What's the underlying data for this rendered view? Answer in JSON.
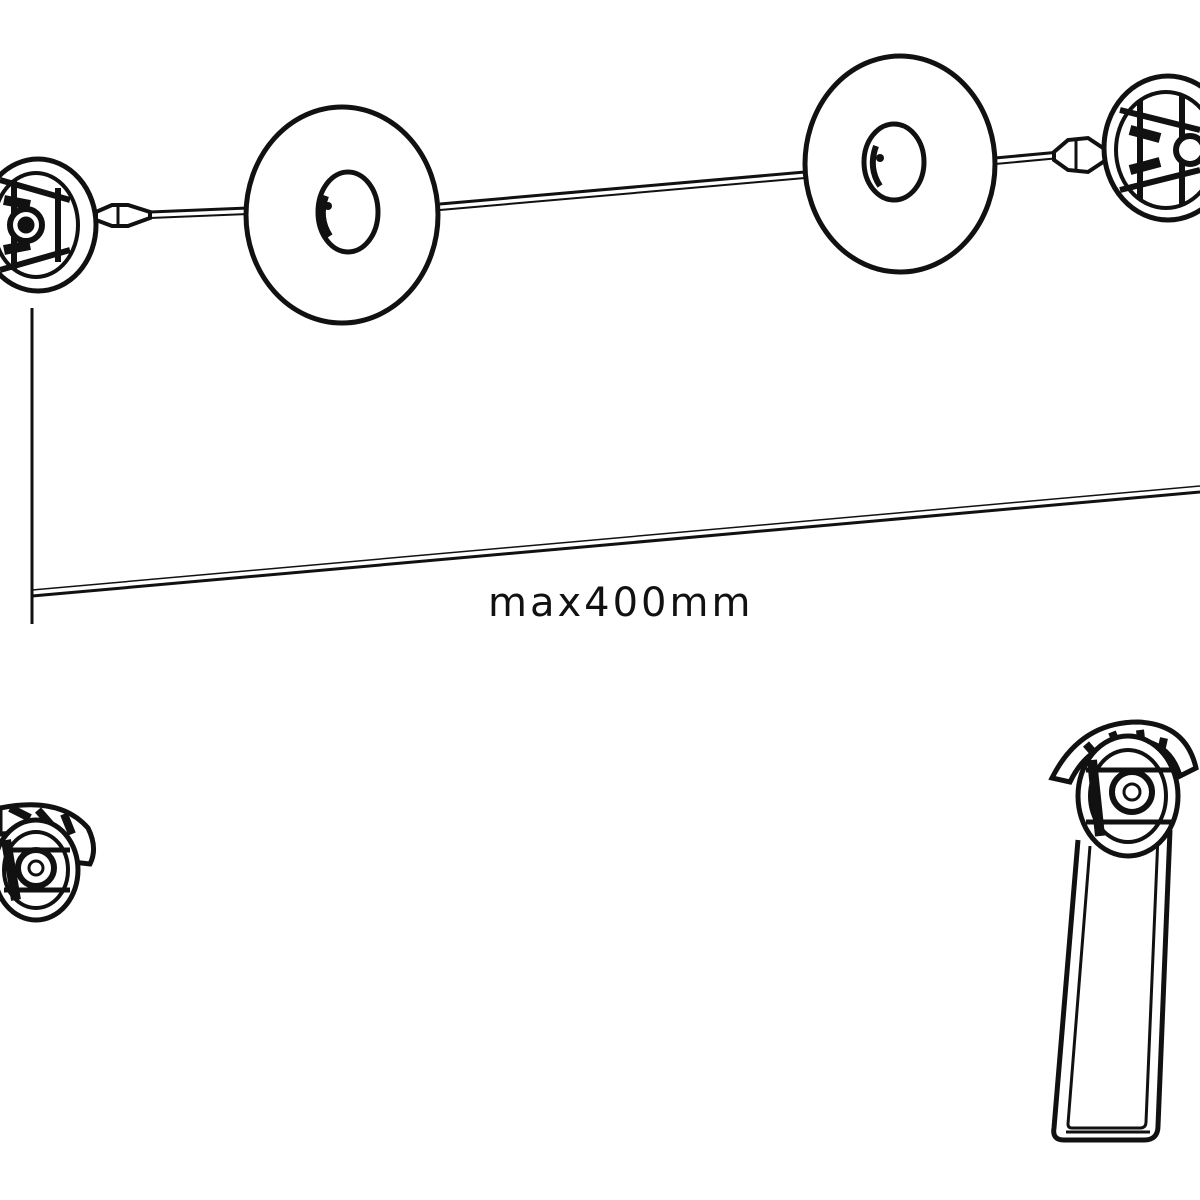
{
  "diagram": {
    "dimension_label": "max400mm",
    "components": [
      "left-wall-anchor",
      "tension-wire",
      "left-spacer-disc",
      "right-spacer-disc",
      "right-wall-anchor",
      "dimension-line",
      "lower-left-bracket",
      "lower-right-bracket-with-strap"
    ]
  },
  "colors": {
    "line": "#111111",
    "background": "#ffffff"
  }
}
